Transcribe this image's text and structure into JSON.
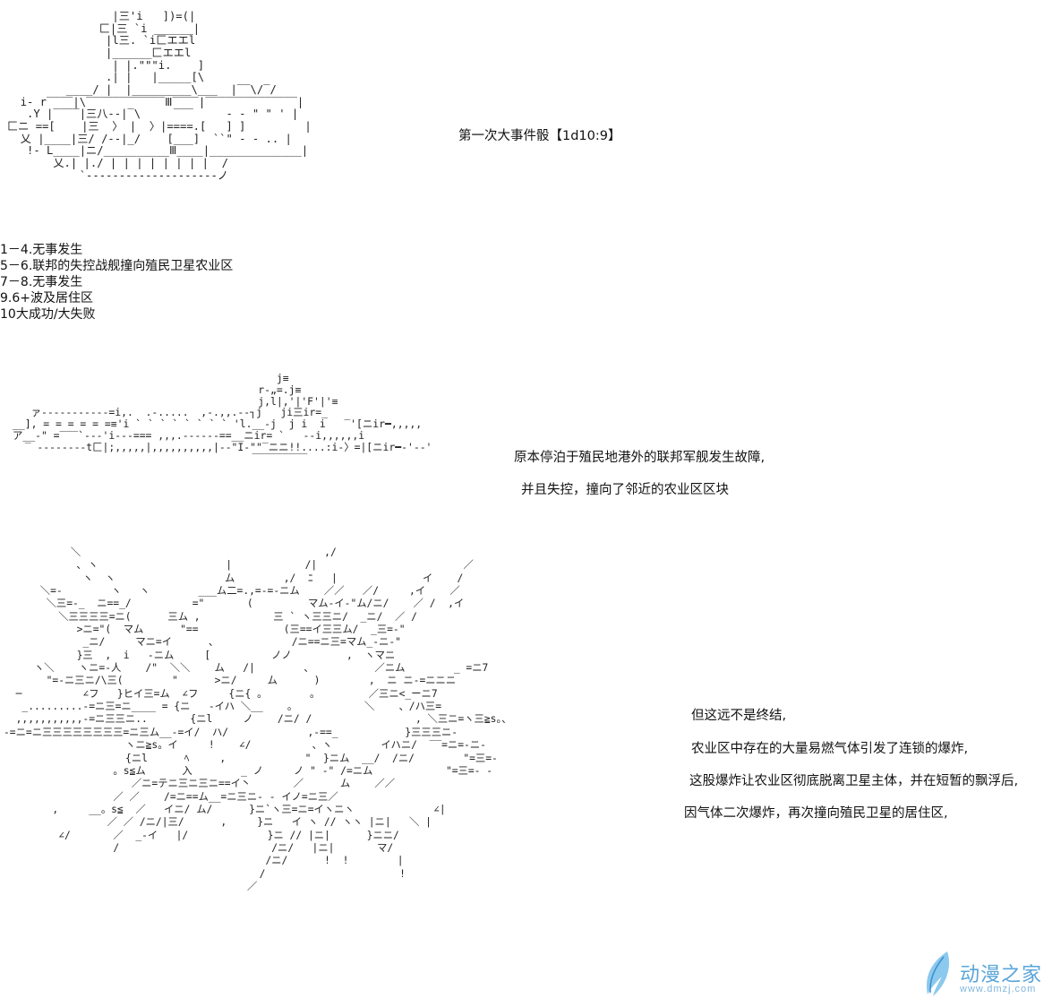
{
  "dice": {
    "title": "第一次大事件骰【1d10:9】",
    "outcomes": [
      "1－4.无事发生",
      "5－6.联邦的失控战舰撞向殖民卫星农业区",
      "7－8.无事发生",
      "9.6+波及居住区",
      "10大成功/大失败"
    ]
  },
  "narration1": [
    "原本停泊于殖民地港外的联邦军舰发生故障,",
    "并且失控，撞向了邻近的农业区区块"
  ],
  "narration2": [
    "但这远不是终结,",
    "农业区中存在的大量易燃气体引发了连锁的爆炸,",
    "这股爆炸让农业区彻底脱离卫星主体，并在短暂的飘浮后,",
    "因气体二次爆炸，再次撞向殖民卫星的居住区,"
  ],
  "art": {
    "ship_top": "                |三'i   ])=(|\n              匚|三 `i ______|\n               |l三. `i匚エエl\n               |______匚エエl\n                | |.\"\"\"i.    ]\n               .| |   |_____[\\\n         ____/ |  |_________\\___  |‾‾\\/‾/\n  i- r‾‾‾‾|\\‾‾‾‾‾‾‾‾‾‾‾‾Ⅲ‾‾‾‾|‾‾‾‾‾‾‾‾‾‾‾‾‾‾|\n   .Y |‾‾‾‾|三八--|‾\\     ‾‾‾     - - \" \" ' |\n匚ニ ==[    |三  〉 |  〉|====.[   ] ]         |\n  乂 |____|三/ /--|_/    [___]  ``\" - - .. |\n   !- L____|ニ/__________Ⅲ____|______________|\n       乂.| |./ | | | | | | | |  /\n           `-------------------‐ノ",
    "ship_side": "                                           j≡\n                                        r‐„=.j≡\n                                        j,l|,'|'F'|'≡\n   ァ‐‐‐‐‐‐‐‐‐--=i,.  .‐.....  ,‐.,,.-‐┐j   ji三ir=_\n__], = = = = = =≡'i ` ` ` ` ` ` ` ` 'l.__‐j  j i  i   ‾'[ニir━,,,,,\nア__‐\" =‾‾‾`‐‐‐'i‐‐‐=== ,,,.‐‐‐‐‐‐==__ニir= `   ‐‐i,,,,,,i\n  ‾ ‐‐‐‐‐‐‐‐t匚|;,,,,,|,,,,,,,,,,|‐‐\"I‐\"\"‾ニニ!!....:i-〉=|[ニir━‐'‐‐'\n                                       ‾‾‾‾‾‾‾‾‾",
    "explosion": "           ＼                                        ,/\n            ､ ヽ                     |            /|                        ／\n             ヽ  ヽ                  ム        ,/  ﾆ   |              イ    /\n      ＼=-        ヽ   ヽ        ___ム二=.,=-=‐ニム    ／／   ／/     ,イ    ／\n       ＼三=-_  ニ==_/          =\"       (         マム-イ-\"ム/ニ/    ／ /  ,イ\n         ＼三三三三=ニ(      三ム ,            三 ` ヽ三三ニ/  _ニ/  ／ /\n            >ニ=\"(  マム      \"==              (三==イ三三ム/  _三=-\"\n             _ニ/     マニ=イ      、            /ニ==ニ三=マム_-ニ-\"\n            }三  ,  i   ‐ニム     [          ノノ         ,  ヽマニ\n     ヽ＼    ヽニ=-人    /\"  ＼＼    ム   /|        、          ／ニム        _ =ニ7\n       \"=-ニ三ニ/\\三(        \"      >ニ/     ム      )        ,  ニ ニ-=ニニニ\n  ─          ∠フ   }ヒイ三=ム  ∠フ     {ニ{ 。       。        ／三ニ<_ーニ7\n   _.........‐=ニ三=ニ____ = {ニ   ‐イハ ＼__    。           ＼    、/ハ三=\n  ,,,,,,,,,,,-=ニ三三ニ..       {ニl     ノ    /ニ/ /                 , ＼三ニ=ヽ三≧s。、\n‐=ニ=ニ三三三三三三三三=ニ三ム__‐=イ/  ハ/             ,‐==_           }三三三ニ-\n                    ヽニ≧s。イ     !    ∠/          、ヽ        イハニ/  ‾‾=ニ=-ニ-\n                    {ニl      ﾍ     ,             \"  }ニム  __/  /ニ/        \"=三=-\n                  。s≦ム      入        _ ノ     ノ \" ‐\" /=ニム            \"=三=- -\n                     ／ニ=テニ三ニ三ニ==イ丶       ／      ム    ／／\n                  ／ ／    /=ニ==ム__=ニ三ニ- ‐ イノ=ニ三／\n        ,     __。s≦  ／   イニ/ ム/      }ニ`ヽ三=ニ=イヽニヽ             ∠|\n                 ／ ／ /ニ/|三/      ,     }ニ   イ ヽ // ヽヽ |ニ|   ＼ |\n         ∠/       ／  _-イ   |/             }ニ // |ニ|      }ニニ/\n                  /                         /ニ/   |ニ|       マ/\n                                           /ニ/      !  !        |\n                                          /                      !\n                                        ／"
  },
  "watermark": {
    "name": "动漫之家",
    "url": "www.dmzj.com"
  },
  "colors": {
    "ink": "#222222",
    "watermark": "#5aa5d8",
    "background": "#ffffff"
  }
}
